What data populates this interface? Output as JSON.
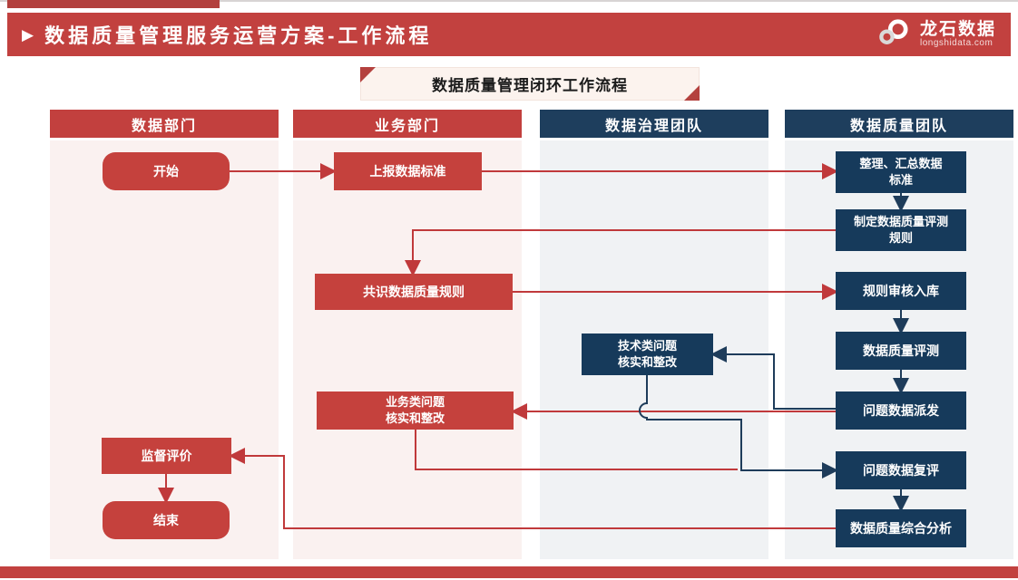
{
  "header": {
    "title": "数据质量管理服务运营方案-工作流程",
    "play_icon": "▶",
    "logo": {
      "name": "龙石数据",
      "domain": "longshidata.com"
    }
  },
  "banner": {
    "title": "数据质量管理闭环工作流程"
  },
  "lanes": [
    {
      "label": "数据部门",
      "theme": "red"
    },
    {
      "label": "业务部门",
      "theme": "red"
    },
    {
      "label": "数据治理团队",
      "theme": "navy"
    },
    {
      "label": "数据质量团队",
      "theme": "navy"
    }
  ],
  "flow": {
    "nodes": [
      {
        "id": "start",
        "label": "开始",
        "shape": "rounded",
        "color": "red",
        "lane": "数据部门"
      },
      {
        "id": "report-standards",
        "label": "上报数据标准",
        "shape": "rect",
        "color": "red",
        "lane": "业务部门"
      },
      {
        "id": "collate-standards",
        "label": "整理、汇总数据\n标准",
        "shape": "rect",
        "color": "navy",
        "lane": "数据质量团队"
      },
      {
        "id": "define-eval-rules",
        "label": "制定数据质量评测\n规则",
        "shape": "rect",
        "color": "navy",
        "lane": "数据质量团队"
      },
      {
        "id": "agree-rules",
        "label": "共识数据质量规则",
        "shape": "rect",
        "color": "red",
        "lane": "业务部门"
      },
      {
        "id": "rule-review-store",
        "label": "规则审核入库",
        "shape": "rect",
        "color": "navy",
        "lane": "数据质量团队"
      },
      {
        "id": "quality-eval",
        "label": "数据质量评测",
        "shape": "rect",
        "color": "navy",
        "lane": "数据质量团队"
      },
      {
        "id": "issue-dispatch",
        "label": "问题数据派发",
        "shape": "rect",
        "color": "navy",
        "lane": "数据质量团队"
      },
      {
        "id": "tech-issue-fix",
        "label": "技术类问题\n核实和整改",
        "shape": "rect",
        "color": "navy",
        "lane": "数据治理团队"
      },
      {
        "id": "biz-issue-fix",
        "label": "业务类问题\n核实和整改",
        "shape": "rect",
        "color": "red",
        "lane": "业务部门"
      },
      {
        "id": "issue-recheck",
        "label": "问题数据复评",
        "shape": "rect",
        "color": "navy",
        "lane": "数据质量团队"
      },
      {
        "id": "comprehensive-analysis",
        "label": "数据质量综合分析",
        "shape": "rect",
        "color": "navy",
        "lane": "数据质量团队"
      },
      {
        "id": "supervision-eval",
        "label": "监督评价",
        "shape": "rect",
        "color": "red",
        "lane": "数据部门"
      },
      {
        "id": "end",
        "label": "结束",
        "shape": "rounded",
        "color": "red",
        "lane": "数据部门"
      }
    ],
    "edges": [
      {
        "from": "start",
        "to": "report-standards",
        "color": "red"
      },
      {
        "from": "report-standards",
        "to": "collate-standards",
        "color": "red"
      },
      {
        "from": "collate-standards",
        "to": "define-eval-rules",
        "color": "navy"
      },
      {
        "from": "define-eval-rules",
        "to": "agree-rules",
        "color": "red"
      },
      {
        "from": "agree-rules",
        "to": "rule-review-store",
        "color": "red"
      },
      {
        "from": "rule-review-store",
        "to": "quality-eval",
        "color": "navy"
      },
      {
        "from": "quality-eval",
        "to": "issue-dispatch",
        "color": "navy"
      },
      {
        "from": "issue-dispatch",
        "to": "tech-issue-fix",
        "color": "navy"
      },
      {
        "from": "issue-dispatch",
        "to": "biz-issue-fix",
        "color": "red"
      },
      {
        "from": "tech-issue-fix",
        "to": "issue-recheck",
        "color": "navy"
      },
      {
        "from": "biz-issue-fix",
        "to": "issue-recheck",
        "color": "red"
      },
      {
        "from": "issue-recheck",
        "to": "comprehensive-analysis",
        "color": "navy"
      },
      {
        "from": "comprehensive-analysis",
        "to": "supervision-eval",
        "color": "red"
      },
      {
        "from": "supervision-eval",
        "to": "end",
        "color": "red"
      }
    ]
  },
  "colors": {
    "accent_red": "#c2413f",
    "box_red": "#c5413d",
    "dark_red": "#b2403d",
    "navy": "#163a5b",
    "lane_header_navy": "#1e3e5d",
    "lane_pink_bg": "#faf1f0",
    "lane_gray_bg": "#f0f2f4",
    "banner_bg": "#fcf3ee"
  }
}
